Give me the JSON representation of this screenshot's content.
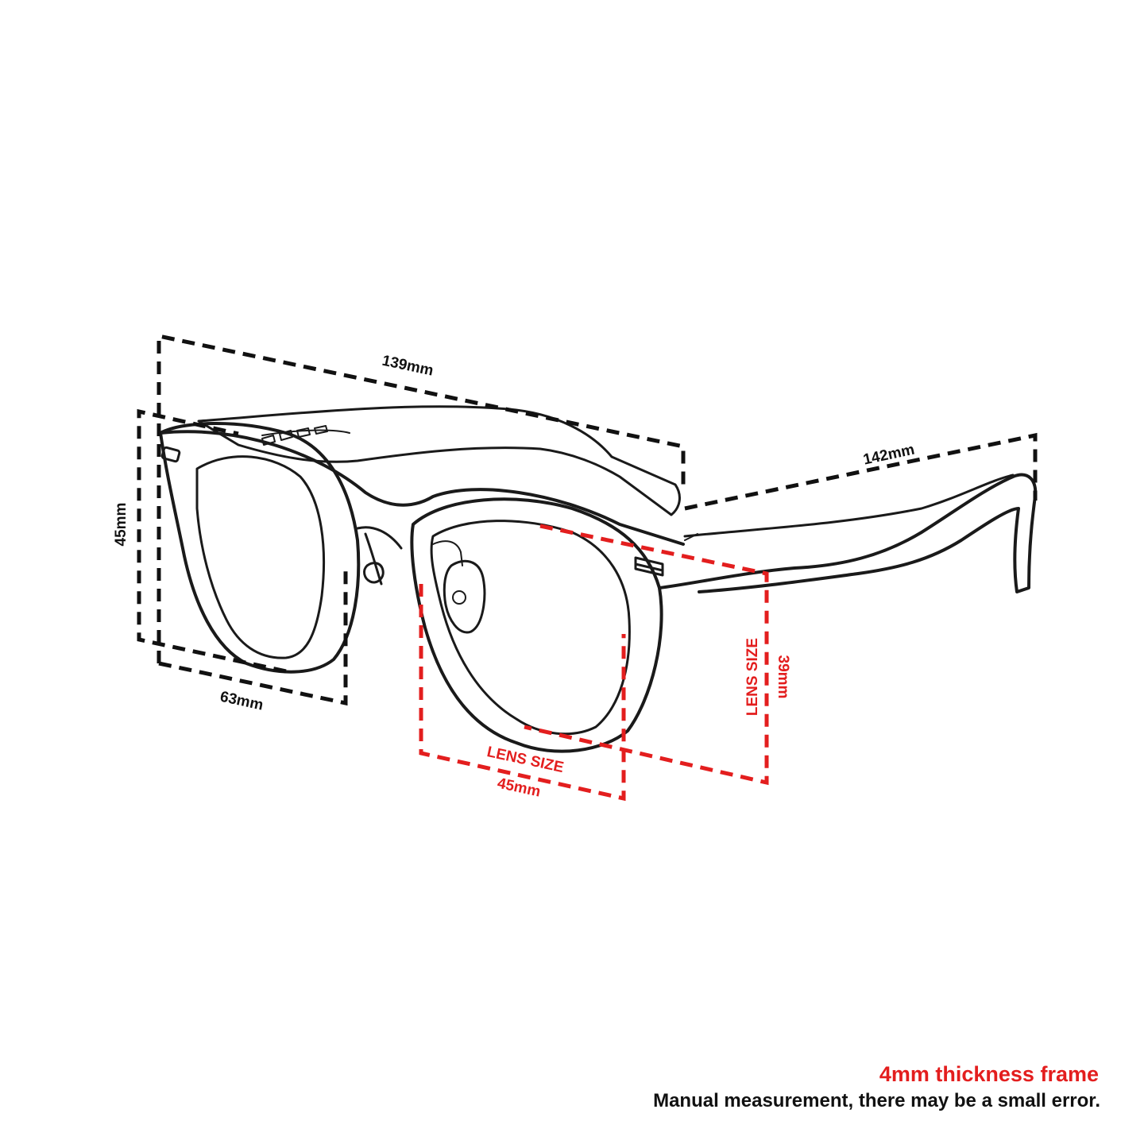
{
  "dimensions": {
    "frame_width": "139mm",
    "temple_length": "142mm",
    "lens_height_total": "45mm",
    "lens_depth": "63mm",
    "lens_width": "45mm",
    "lens_height": "39mm",
    "lens_size_label": "LENS SIZE"
  },
  "footer": {
    "headline": "4mm thickness frame",
    "note": "Manual measurement, there may be a small error."
  },
  "colors": {
    "accent_red": "#e31e1e",
    "ink": "#111111"
  }
}
